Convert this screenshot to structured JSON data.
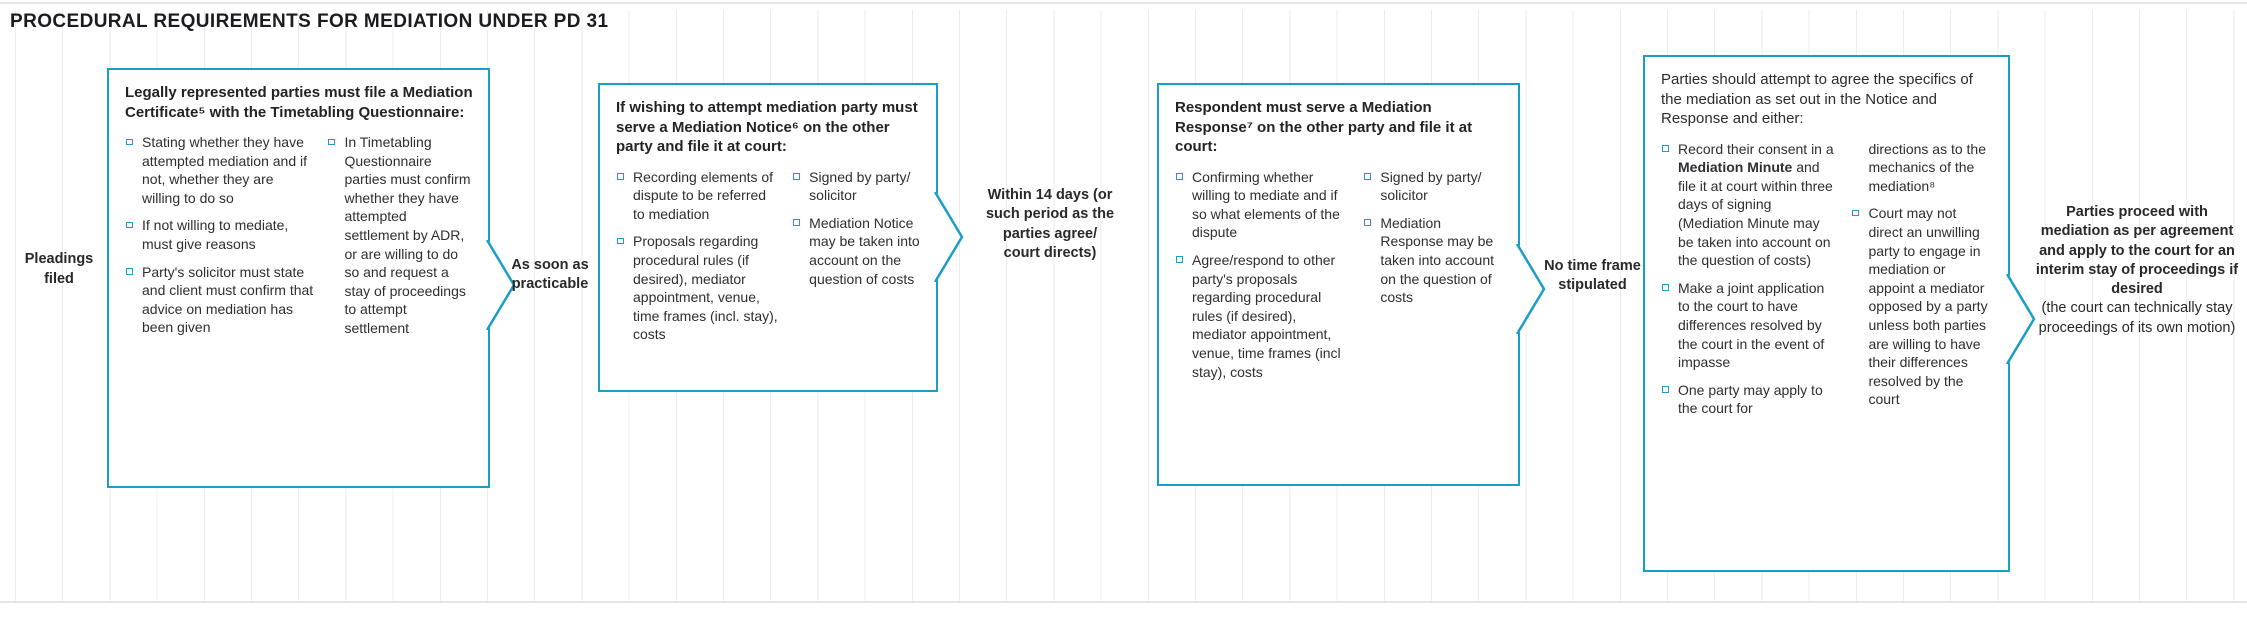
{
  "title": "PROCEDURAL REQUIREMENTS FOR MEDIATION UNDER PD 31",
  "colors": {
    "accent_teal": "#199FC7",
    "title_text": "#1B1B22",
    "body_text": "#2E2E33",
    "gridline": "#EDEDED"
  },
  "start_label": "Pleadings filed",
  "connectors": [
    {
      "label": "As soon as practicable"
    },
    {
      "label": "Within 14 days (or such period as the parties agree/ court directs)"
    },
    {
      "label": "No time frame stipulated"
    }
  ],
  "boxes": [
    {
      "heading": "Legally represented parties must file a Mediation Certificate⁵ with the Timetabling Questionnaire:",
      "col1": [
        "Stating whether they have attempted mediation and if not, whether they are willing to do so",
        "If not willing to mediate, must give reasons",
        "Party's solicitor must state and client must confirm that advice on mediation has been given"
      ],
      "col2": [
        "In Timetabling Questionnaire parties must confirm whether they have attempted settlement by ADR, or are willing to do so and request a stay of proceedings to attempt settlement"
      ]
    },
    {
      "heading": "If wishing to attempt mediation party must serve a Mediation Notice⁶ on the other party and file it at court:",
      "col1": [
        "Recording elements of dispute to be referred to mediation",
        "Proposals regarding procedural rules (if desired), mediator appointment, venue, time frames (incl. stay), costs"
      ],
      "col2": [
        "Signed by party/ solicitor",
        "Mediation Notice may be taken into account on the question of costs"
      ]
    },
    {
      "heading": "Respondent must serve a Mediation Response⁷ on the other party and file it at court:",
      "col1": [
        "Confirming whether willing to mediate and if so what elements of the dispute",
        "Agree/respond to other party's proposals regarding procedural rules (if desired), mediator appointment, venue, time frames (incl stay), costs"
      ],
      "col2": [
        "Signed by party/ solicitor",
        "Mediation Response may be taken into account on the question of costs"
      ]
    },
    {
      "heading": "Parties should attempt to agree the specifics of the mediation as set out in the Notice and Response and either:",
      "col1_item1_parts": {
        "pre": "Record their consent in a ",
        "bold": "Mediation Minute",
        "post": " and file it at court within three days of signing (Mediation Minute may be taken into account on the question of costs)"
      },
      "col1_rest": [
        "Make a joint application to the court to have differences resolved by the court in the event of impasse",
        "One party may apply to the court for"
      ],
      "col2_continuation": "directions as to the mechanics of the mediation⁸",
      "col2": [
        "Court may not direct an unwilling party to engage in mediation or appoint a mediator opposed by a party unless both parties are willing to have their differences resolved by the court"
      ]
    }
  ],
  "end_label": {
    "bold": "Parties proceed with mediation as per agreement and apply to the court for an interim stay of proceedings if desired",
    "note": "(the court can technically stay proceedings of its own motion)"
  }
}
